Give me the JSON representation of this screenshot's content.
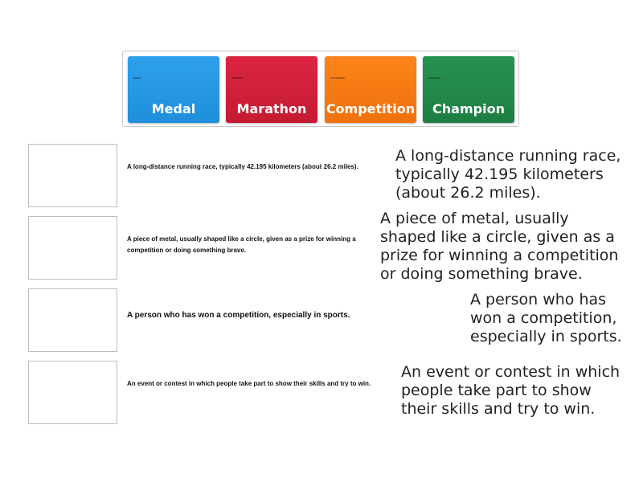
{
  "tiles": [
    {
      "label": "Medal",
      "mini": "Medal",
      "color": "#2b9be8"
    },
    {
      "label": "Marathon",
      "mini": "Marathon",
      "color": "#d8213a"
    },
    {
      "label": "Competition",
      "mini": "Competition",
      "color": "#fb7f16"
    },
    {
      "label": "Champion",
      "mini": "Champion",
      "color": "#238b4b"
    }
  ],
  "rows": [
    {
      "small": "A long-distance running race, typically 42.195 kilometers (about 26.2 miles).",
      "big": "A long-distance running race,\ntypically 42.195 kilometers\n(about 26.2 miles)."
    },
    {
      "small": "A piece of metal, usually shaped like a circle, given as a prize for winning a competition or doing something brave.",
      "big": "A piece of metal, usually\nshaped like a circle, given as a\nprize for winning a competition\nor doing something brave."
    },
    {
      "small": "A person who has won a competition, especially in sports.",
      "big": "A person who has\nwon a competition,\nespecially in sports."
    },
    {
      "small": "An event or contest in which people take part to show their skills and try to win.",
      "big": "An event or contest in which\npeople take part to show\ntheir skills and try to win."
    }
  ]
}
